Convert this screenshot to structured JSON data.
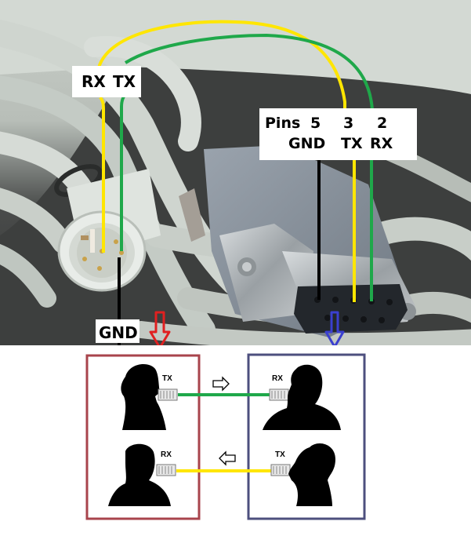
{
  "photo": {
    "description": "Mini-DIN to DB9 serial cable photo with wiring annotations",
    "mini_din_label": {
      "rx": "RX",
      "tx": "TX"
    },
    "gnd_label": "GND",
    "db9_label": {
      "title": "Pins",
      "pins": [
        {
          "number": "5",
          "signal": "GND"
        },
        {
          "number": "3",
          "signal": "TX"
        },
        {
          "number": "2",
          "signal": "RX"
        }
      ]
    },
    "wires": [
      {
        "name": "yellow",
        "color": "#ffe600",
        "from": "mini-din RX",
        "to": "DB9 pin 3 TX"
      },
      {
        "name": "green",
        "color": "#1fa84a",
        "from": "mini-din TX",
        "to": "DB9 pin 2 RX"
      },
      {
        "name": "black",
        "color": "#000000",
        "from": "mini-din GND",
        "to": "DB9 pin 5 GND"
      }
    ],
    "arrows": [
      {
        "name": "left-device-arrow",
        "color": "#e02020"
      },
      {
        "name": "right-device-arrow",
        "color": "#3a3fcf"
      }
    ]
  },
  "analogy": {
    "left_box_color": "#a8444c",
    "right_box_color": "#4d4f7e",
    "top_row": {
      "left_label": "TX",
      "right_label": "RX",
      "line_color": "#1fa84a",
      "direction": "right"
    },
    "bottom_row": {
      "left_label": "RX",
      "right_label": "TX",
      "line_color": "#ffe600",
      "direction": "left"
    }
  }
}
